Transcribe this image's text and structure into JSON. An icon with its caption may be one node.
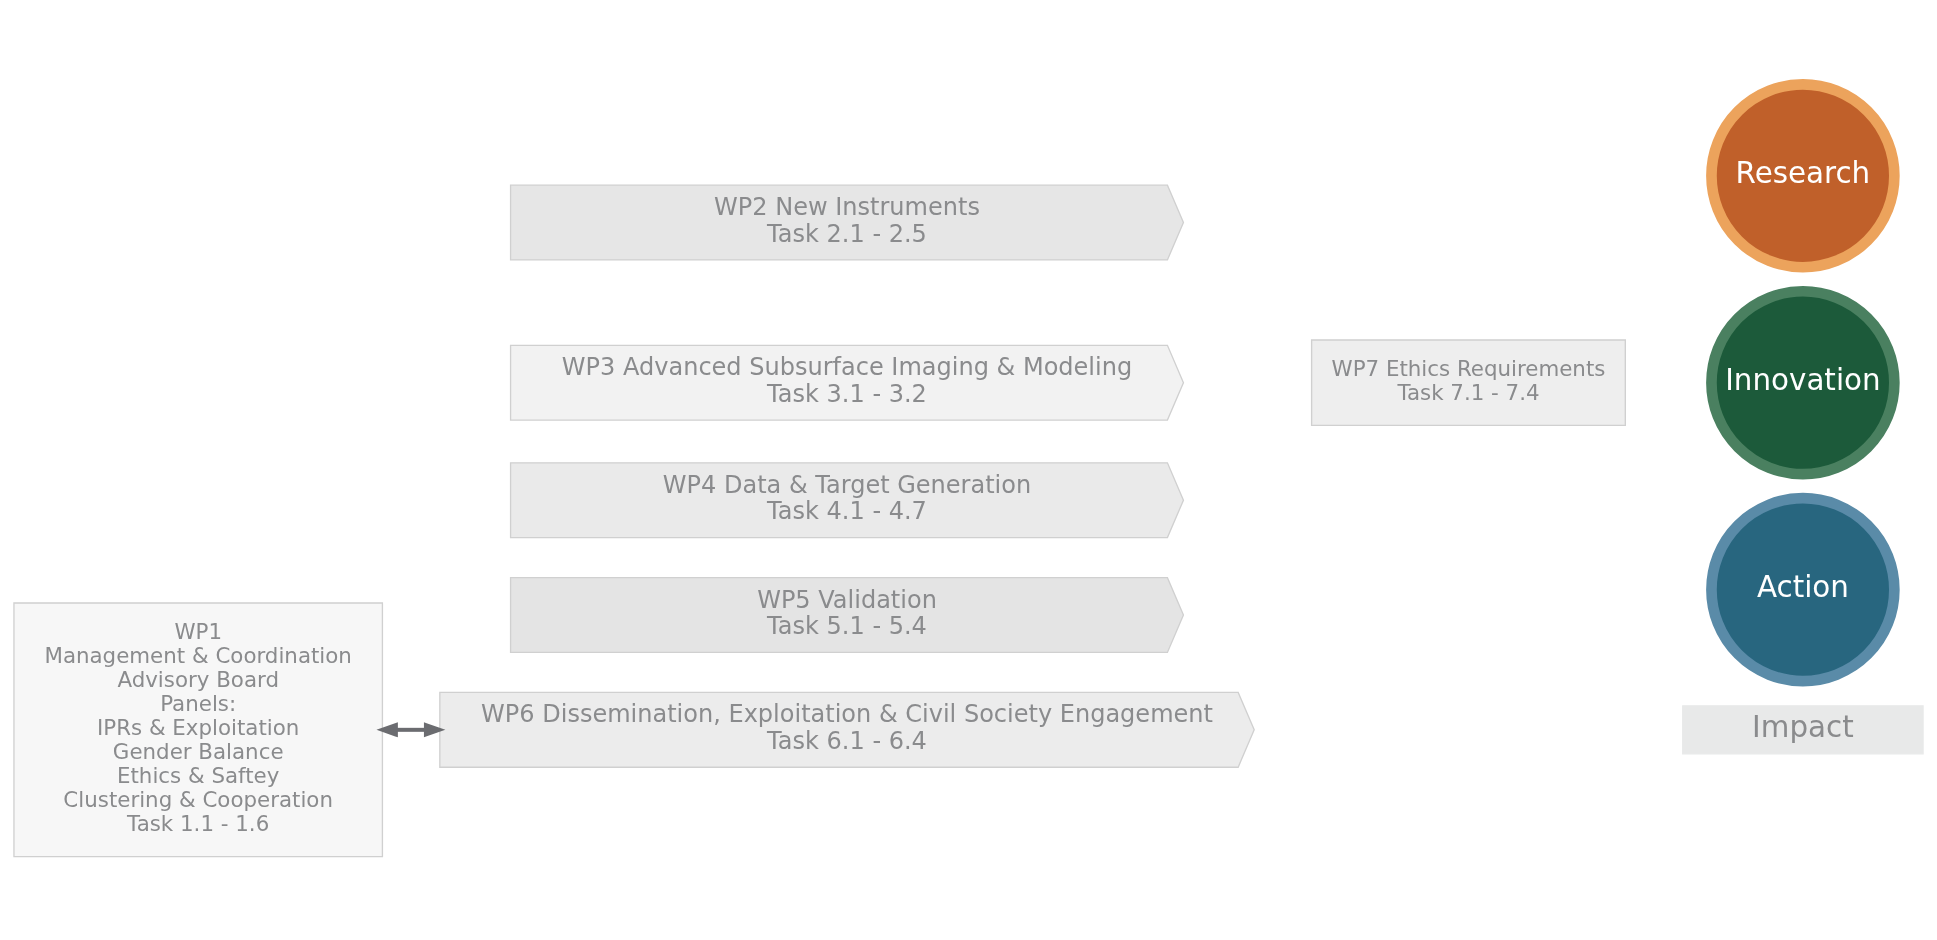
{
  "diagram": {
    "nodes": [
      {
        "text": [
          "WP1",
          "Management & Coordination",
          "Advisory Board",
          "Panels:",
          "IPRs & Exploitation",
          "Gender Balance",
          "Ethics & Saftey",
          "Clustering & Cooperation",
          "Task 1.1 - 1.6"
        ]
      },
      {
        "text": [
          "WP2 New Instruments",
          "Task 2.1 - 2.5"
        ]
      },
      {
        "text": [
          "WP3 Advanced Subsurface Imaging & Modeling",
          "Task 3.1 - 3.2"
        ]
      },
      {
        "text": [
          "WP4 Data & Target Generation",
          "Task 4.1 - 4.7"
        ]
      },
      {
        "text": [
          "WP5 Validation",
          "Task 5.1 - 5.4"
        ]
      },
      {
        "text": [
          "WP6 Dissemination, Exploitation & Civil Society Engagement",
          "Task 6.1 - 6.4"
        ]
      },
      {
        "text": [
          "WP7 Ethics Requirements",
          "Task 7.1 - 7.4"
        ]
      },
      {
        "text": [
          "Research"
        ]
      },
      {
        "text": [
          "Innovation"
        ]
      },
      {
        "text": [
          "Action"
        ]
      },
      {
        "text": [
          "Impact"
        ]
      }
    ],
    "edges": [
      {
        "from": 0,
        "to": 5,
        "arrow": "both"
      }
    ]
  }
}
